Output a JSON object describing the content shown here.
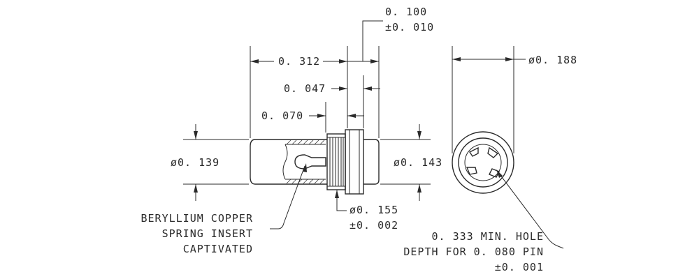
{
  "drawing": {
    "dims": {
      "d_0100": "0. 100",
      "d_0100_tol": "±0. 010",
      "d_0312": "0. 312",
      "d_0047": "0. 047",
      "d_0070": "0. 070",
      "dia_0139": "ø0. 139",
      "dia_0143": "ø0. 143",
      "dia_0155": "ø0. 155",
      "dia_0155_tol": "±0. 002",
      "dia_0188": "ø0. 188"
    },
    "notes": {
      "spring_l1": "BERYLLIUM COPPER",
      "spring_l2": "SPRING INSERT",
      "spring_l3": "CAPTIVATED",
      "hole_l1": "0. 333 MIN.  HOLE",
      "hole_l2": "DEPTH FOR 0. 080 PIN",
      "hole_l3": "±0. 001"
    }
  }
}
